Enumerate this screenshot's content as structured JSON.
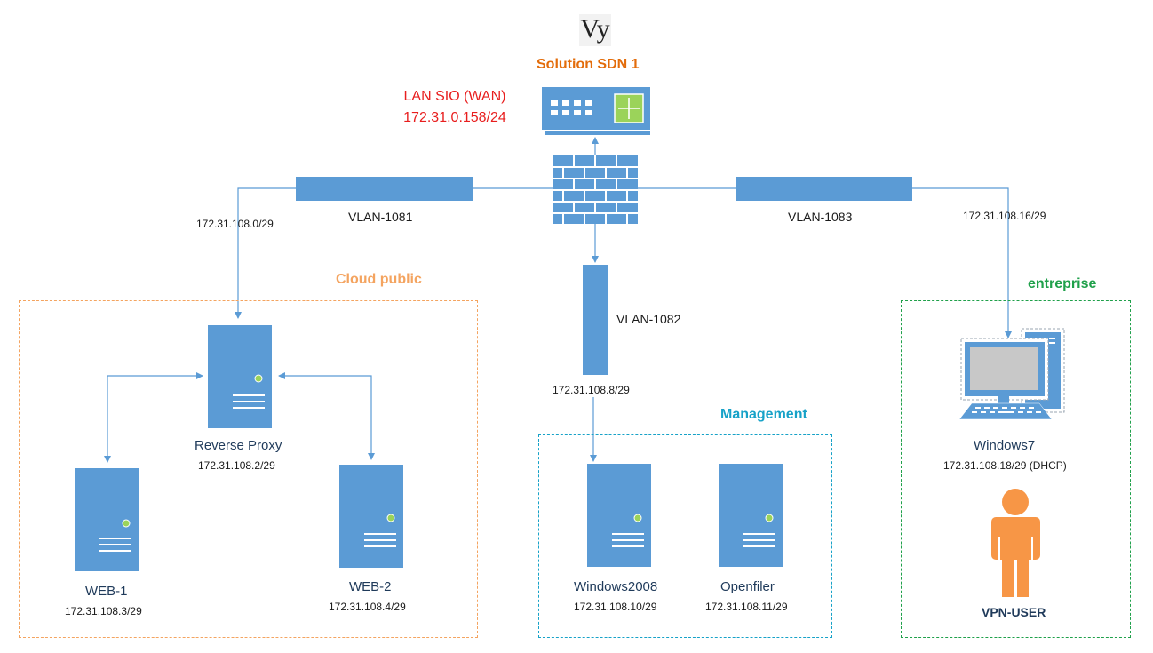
{
  "logo": {
    "text": "Vy"
  },
  "header": {
    "title": "Solution SDN 1"
  },
  "wan": {
    "line1": "LAN SIO (WAN)",
    "line2": "172.31.0.158/24"
  },
  "vlans": [
    {
      "name": "VLAN-1081",
      "subnet": "172.31.108.0/29"
    },
    {
      "name": "VLAN-1082",
      "subnet": "172.31.108.8/29"
    },
    {
      "name": "VLAN-1083",
      "subnet": "172.31.108.16/29"
    }
  ],
  "zones": {
    "cloud": {
      "title": "Cloud public",
      "color": "#f4a460"
    },
    "management": {
      "title": "Management",
      "color": "#17a2c8"
    },
    "entreprise": {
      "title": "entreprise",
      "color": "#1fa04a"
    }
  },
  "servers": {
    "reverse_proxy": {
      "name": "Reverse Proxy",
      "ip": "172.31.108.2/29"
    },
    "web1": {
      "name": "WEB-1",
      "ip": "172.31.108.3/29"
    },
    "web2": {
      "name": "WEB-2",
      "ip": "172.31.108.4/29"
    },
    "windows2008": {
      "name": "Windows2008",
      "ip": "172.31.108.10/29"
    },
    "openfiler": {
      "name": "Openfiler",
      "ip": "172.31.108.11/29"
    }
  },
  "client": {
    "name": "Windows7",
    "ip": "172.31.108.18/29 (DHCP)"
  },
  "user": {
    "label": "VPN-USER"
  },
  "colors": {
    "device": "#5b9bd5",
    "line": "#5b9bd5",
    "wan_text": "#e81e1e",
    "title_text": "#e36c0a",
    "user": "#f79646"
  }
}
